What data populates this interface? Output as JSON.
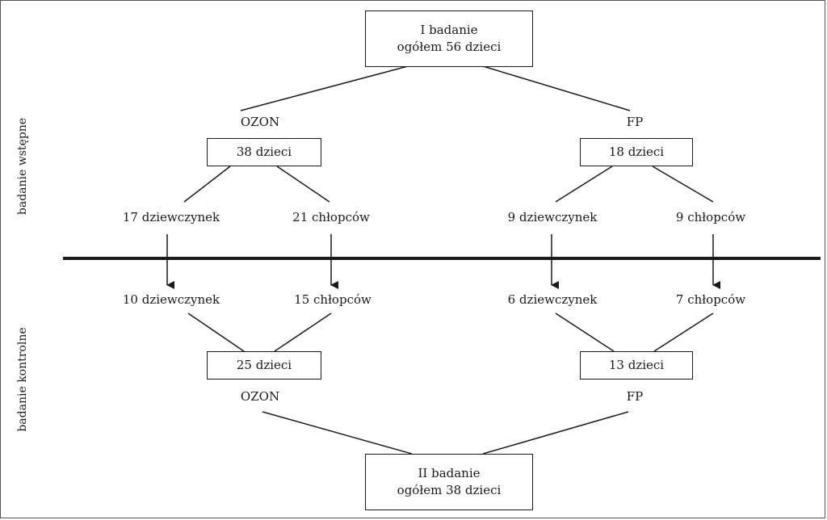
{
  "phases": {
    "initial": "badanie wstępne",
    "control": "badanie kontrolne"
  },
  "top_box": {
    "line1": "I badanie",
    "line2": "ogółem 56 dzieci"
  },
  "bottom_box": {
    "line1": "II badanie",
    "line2": "ogółem 38 dzieci"
  },
  "left": {
    "group": "OZON",
    "initial_total": "38 dzieci",
    "initial_girls": "17 dziewczynek",
    "initial_boys": "21 chłopców",
    "control_girls": "10 dziewczynek",
    "control_boys": "15 chłopców",
    "control_total": "25 dzieci",
    "group_bottom": "OZON"
  },
  "right": {
    "group": "FP",
    "initial_total": "18 dzieci",
    "initial_girls": "9 dziewczynek",
    "initial_boys": "9 chłopców",
    "control_girls": "6 dziewczynek",
    "control_boys": "7 chłopców",
    "control_total": "13 dzieci",
    "group_bottom": "FP"
  }
}
